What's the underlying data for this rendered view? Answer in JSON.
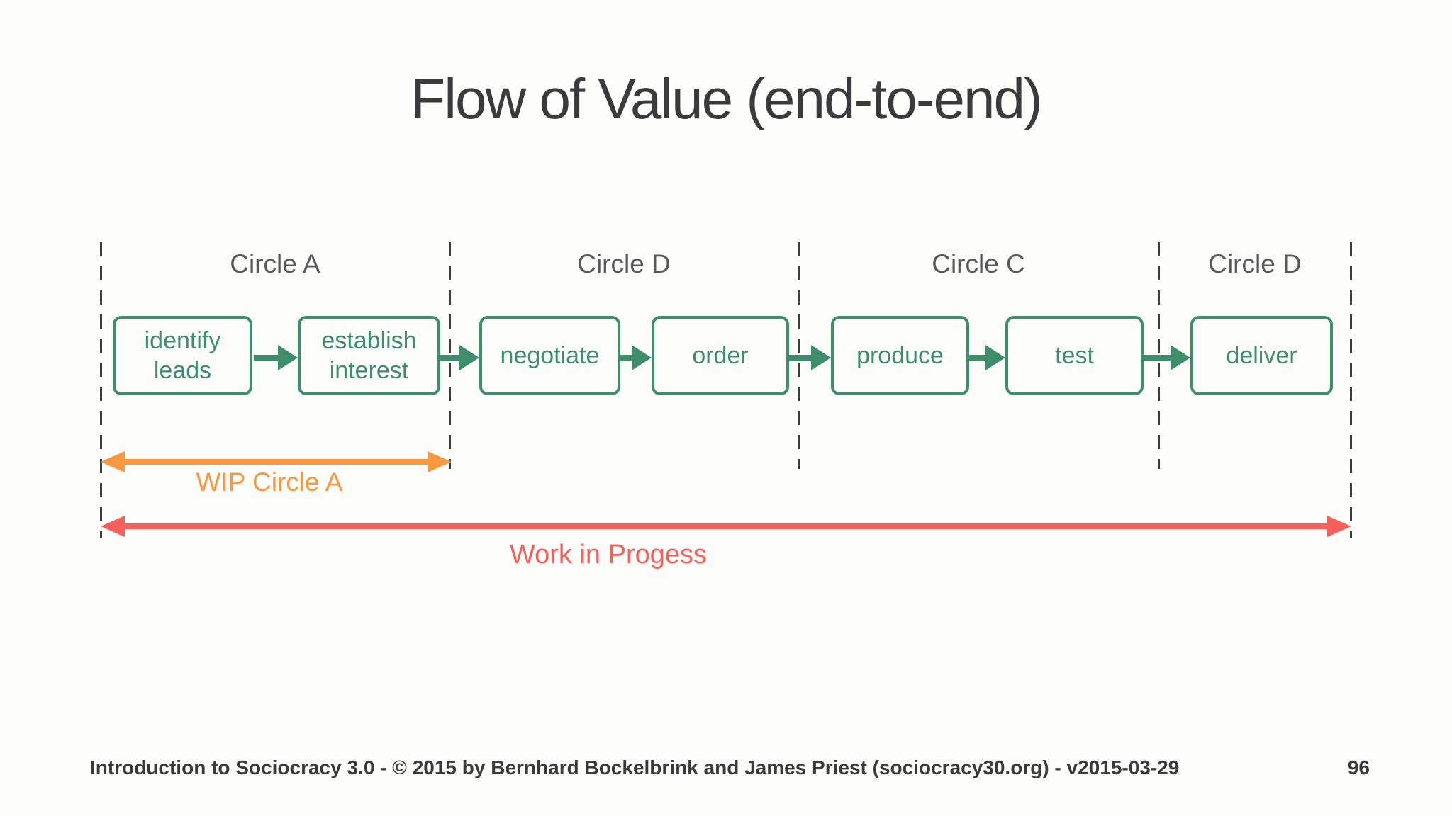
{
  "title": "Flow of Value (end-to-end)",
  "diagram": {
    "sections": [
      {
        "label": "Circle A"
      },
      {
        "label": "Circle D"
      },
      {
        "label": "Circle C"
      },
      {
        "label": "Circle D"
      }
    ],
    "steps": [
      {
        "label": "identify leads",
        "section": "Circle A"
      },
      {
        "label": "establish interest",
        "section": "Circle A"
      },
      {
        "label": "negotiate",
        "section": "Circle D"
      },
      {
        "label": "order",
        "section": "Circle D"
      },
      {
        "label": "produce",
        "section": "Circle C"
      },
      {
        "label": "test",
        "section": "Circle C"
      },
      {
        "label": "deliver",
        "section": "Circle D"
      }
    ],
    "wip_circle_a_label": "WIP Circle A",
    "wip_total_label": "Work in Progess"
  },
  "footer": {
    "credit": "Introduction to Sociocracy 3.0 - © 2015 by Bernhard Bockelbrink and James Priest (sociocracy30.org) - v2015-03-29",
    "page_number": "96"
  },
  "colors": {
    "green": "#3e8e6c",
    "orange": "#f8983f",
    "red": "#f5615a",
    "divider_gray": "#3e3e40",
    "label_gray": "#58585b",
    "title_gray": "#3b3b3e",
    "footer_gray": "#3a3a3d"
  }
}
